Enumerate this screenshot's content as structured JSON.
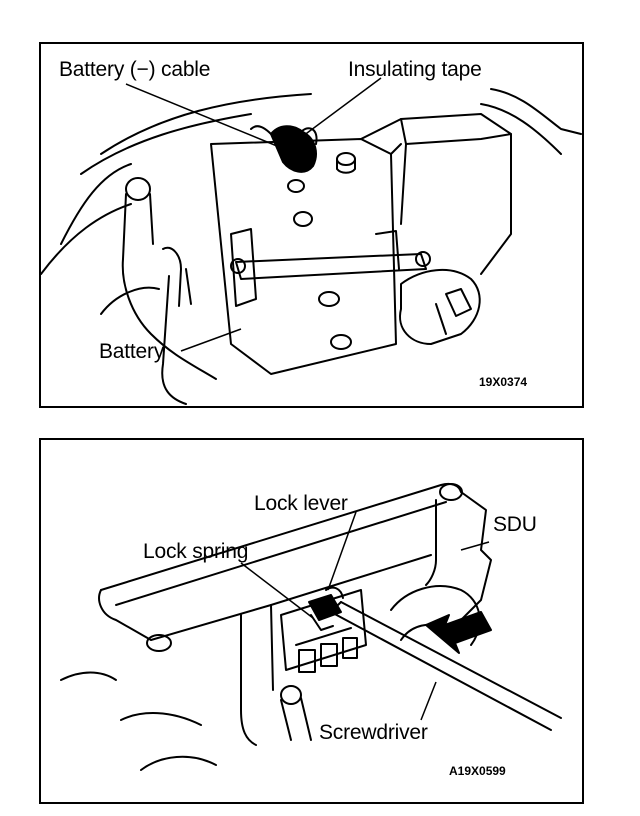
{
  "figures": [
    {
      "labels": {
        "battery_cable": "Battery (−) cable",
        "insulating_tape": "Insulating tape",
        "battery": "Battery"
      },
      "figure_code": "19X0374"
    },
    {
      "labels": {
        "lock_lever": "Lock lever",
        "sdu": "SDU",
        "lock_spring": "Lock spring",
        "screwdriver": "Screwdriver"
      },
      "figure_code": "A19X0599"
    }
  ]
}
